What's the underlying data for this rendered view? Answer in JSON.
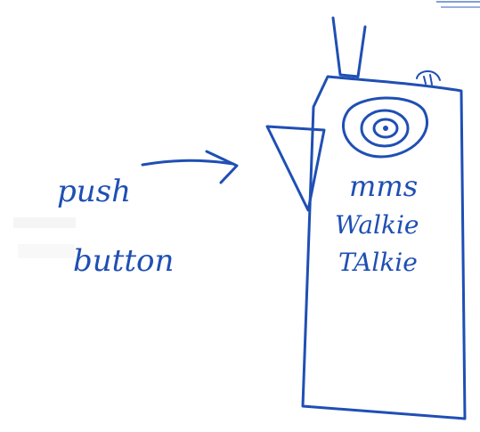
{
  "sketch": {
    "label": {
      "line1": "push",
      "line2": "button"
    },
    "device": {
      "line1": "mms",
      "line2": "Walkie",
      "line3": "TAlkie"
    }
  },
  "colors": {
    "ink": "#1f4fb4",
    "paper": "#ffffff"
  }
}
